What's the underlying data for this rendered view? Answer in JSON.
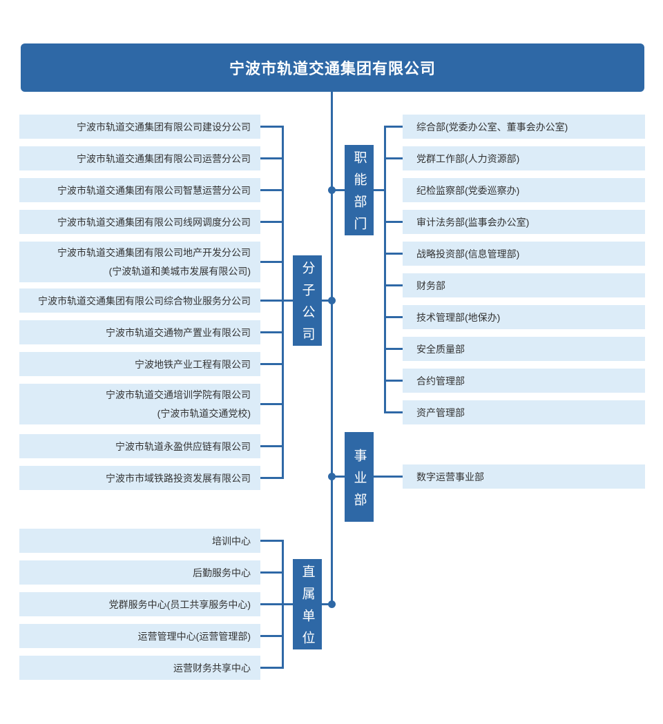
{
  "colors": {
    "primary": "#2E68A6",
    "item_bg": "#DCECF8",
    "text_dark": "#333333",
    "title_text": "#FFFFFF",
    "background": "#FFFFFF"
  },
  "header": {
    "title": "宁波市轨道交通集团有限公司"
  },
  "groups": {
    "functional": {
      "label": "职能部门",
      "items": [
        "综合部(党委办公室、董事会办公室)",
        "党群工作部(人力资源部)",
        "纪检监察部(党委巡察办)",
        "审计法务部(监事会办公室)",
        "战略投资部(信息管理部)",
        "财务部",
        "技术管理部(地保办)",
        "安全质量部",
        "合约管理部",
        "资产管理部"
      ]
    },
    "subsidiaries": {
      "label": "分子公司",
      "items": [
        "宁波市轨道交通集团有限公司建设分公司",
        "宁波市轨道交通集团有限公司运营分公司",
        "宁波市轨道交通集团有限公司智慧运营分公司",
        "宁波市轨道交通集团有限公司线网调度分公司",
        "宁波市轨道交通集团有限公司地产开发分公司\n(宁波轨道和美城市发展有限公司)",
        "宁波市轨道交通集团有限公司综合物业服务分公司",
        "宁波市轨道交通物产置业有限公司",
        "宁波地铁产业工程有限公司",
        "宁波市轨道交通培训学院有限公司\n(宁波市轨道交通党校)",
        "宁波市轨道永盈供应链有限公司",
        "宁波市市域铁路投资发展有限公司"
      ]
    },
    "business": {
      "label": "事业部",
      "items": [
        "数字运营事业部"
      ]
    },
    "direct": {
      "label": "直属单位",
      "items": [
        "培训中心",
        "后勤服务中心",
        "党群服务中心(员工共享服务中心)",
        "运营管理中心(运营管理部)",
        "运营财务共享中心"
      ]
    }
  }
}
